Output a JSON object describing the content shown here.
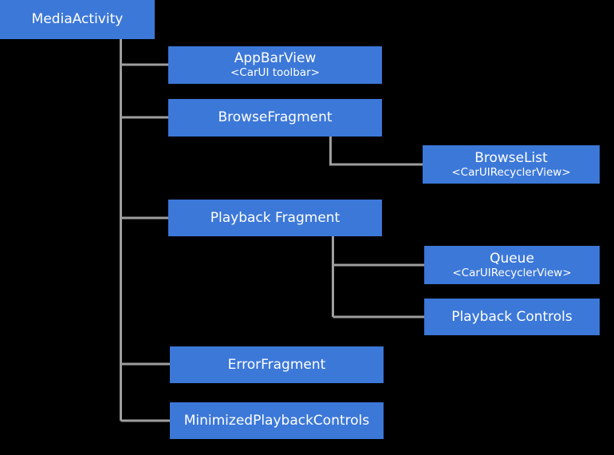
{
  "diagram": {
    "type": "hierarchy-tree",
    "background_color": "#000000",
    "node_color": "#3c78d8",
    "node_text_color": "#ffffff",
    "connector_color": "#9e9e9e",
    "nodes": [
      {
        "id": "mediaactivity",
        "title": "MediaActivity",
        "subtitle": ""
      },
      {
        "id": "appbarview",
        "title": "AppBarView",
        "subtitle": "<CarUI toolbar>"
      },
      {
        "id": "browsefragment",
        "title": "BrowseFragment",
        "subtitle": ""
      },
      {
        "id": "browselist",
        "title": "BrowseList",
        "subtitle": "<CarUIRecyclerView>"
      },
      {
        "id": "playbackfragment",
        "title": "Playback Fragment",
        "subtitle": ""
      },
      {
        "id": "queue",
        "title": "Queue",
        "subtitle": "<CarUIRecyclerView>"
      },
      {
        "id": "playbackcontrols",
        "title": "Playback Controls",
        "subtitle": ""
      },
      {
        "id": "errorfragment",
        "title": "ErrorFragment",
        "subtitle": ""
      },
      {
        "id": "minimizedplayback",
        "title": "MinimizedPlaybackControls",
        "subtitle": ""
      }
    ],
    "edges": [
      {
        "from": "mediaactivity",
        "to": "appbarview"
      },
      {
        "from": "mediaactivity",
        "to": "browsefragment"
      },
      {
        "from": "mediaactivity",
        "to": "playbackfragment"
      },
      {
        "from": "mediaactivity",
        "to": "errorfragment"
      },
      {
        "from": "mediaactivity",
        "to": "minimizedplayback"
      },
      {
        "from": "browsefragment",
        "to": "browselist"
      },
      {
        "from": "playbackfragment",
        "to": "queue"
      },
      {
        "from": "playbackfragment",
        "to": "playbackcontrols"
      }
    ]
  }
}
